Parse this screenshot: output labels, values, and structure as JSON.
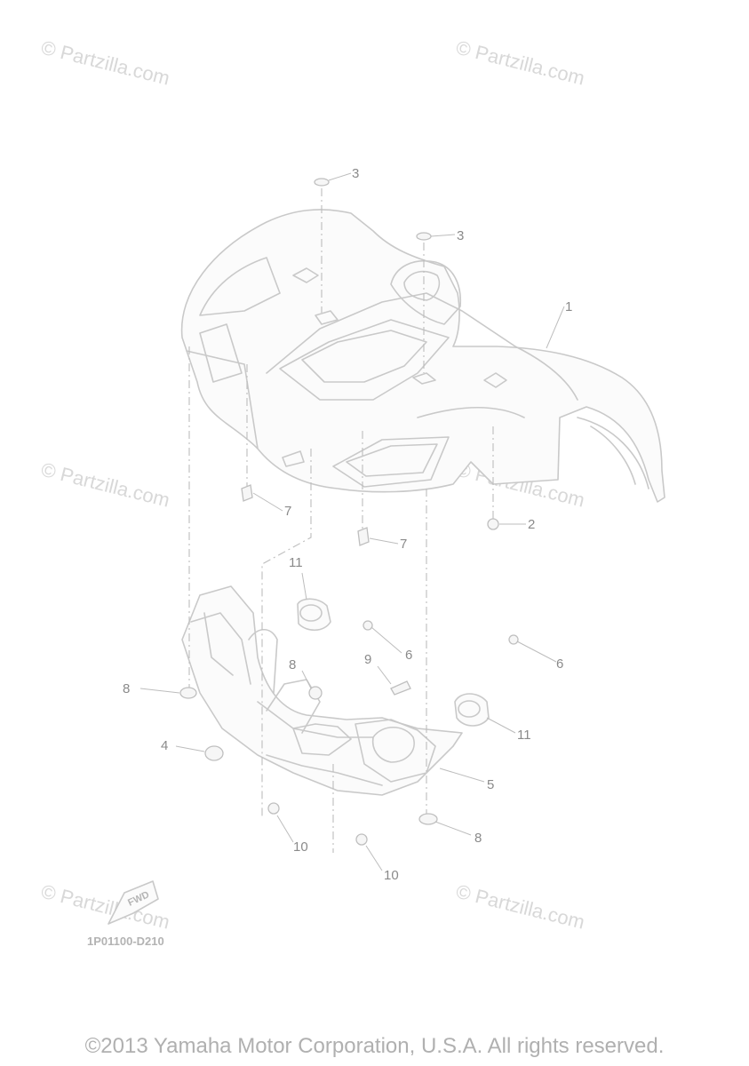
{
  "watermarks": [
    "© Partzilla.com",
    "© Partzilla.com",
    "© Partzilla.com",
    "© Partzilla.com",
    "© Partzilla.com",
    "© Partzilla.com"
  ],
  "callouts": {
    "c1": "1",
    "c2": "2",
    "c3a": "3",
    "c3b": "3",
    "c4": "4",
    "c5": "5",
    "c6a": "6",
    "c6b": "6",
    "c7a": "7",
    "c7b": "7",
    "c8a": "8",
    "c8b": "8",
    "c8c": "8",
    "c9": "9",
    "c10a": "10",
    "c10b": "10",
    "c11a": "11",
    "c11b": "11"
  },
  "fwd_label": "FWD",
  "diagram_code": "1P01100-D210",
  "copyright": "©2013 Yamaha Motor Corporation, U.S.A. All rights reserved."
}
